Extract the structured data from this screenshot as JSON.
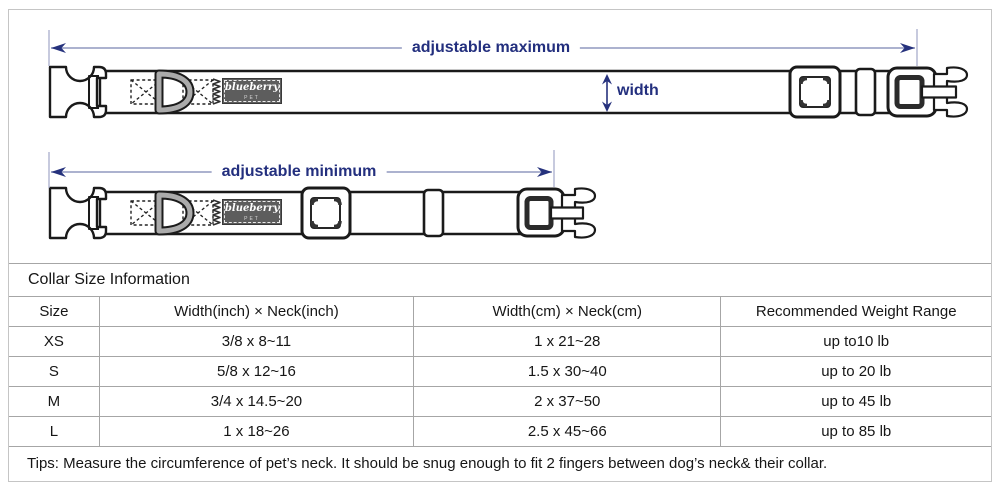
{
  "diagram": {
    "labels": {
      "adjustable_maximum": "adjustable maximum",
      "adjustable_minimum": "adjustable minimum",
      "width": "width"
    },
    "brand": {
      "name": "blueberry",
      "sub": "PET"
    },
    "colors": {
      "dimension_accent": "#232f7e",
      "dimension_line": "#9098bf",
      "collar_outline": "#1a1a1a",
      "label_background": "#5d5d5d",
      "table_border": "#a6a6a6"
    }
  },
  "table": {
    "section_title": "Collar Size Information",
    "columns": [
      "Size",
      "Width(inch) × Neck(inch)",
      "Width(cm) × Neck(cm)",
      "Recommended Weight Range"
    ],
    "rows": [
      {
        "size": "XS",
        "inch": "3/8 x 8~11",
        "cm": "1 x 21~28",
        "weight": "up to10 lb"
      },
      {
        "size": "S",
        "inch": "5/8 x 12~16",
        "cm": "1.5 x 30~40",
        "weight": "up to 20 lb"
      },
      {
        "size": "M",
        "inch": "3/4 x 14.5~20",
        "cm": "2 x 37~50",
        "weight": "up to 45 lb"
      },
      {
        "size": "L",
        "inch": "1 x 18~26",
        "cm": "2.5 x 45~66",
        "weight": "up to 85 lb"
      }
    ],
    "tips": "Tips: Measure the circumference of pet’s neck. It should be snug enough to fit 2 fingers between dog’s neck& their collar."
  }
}
